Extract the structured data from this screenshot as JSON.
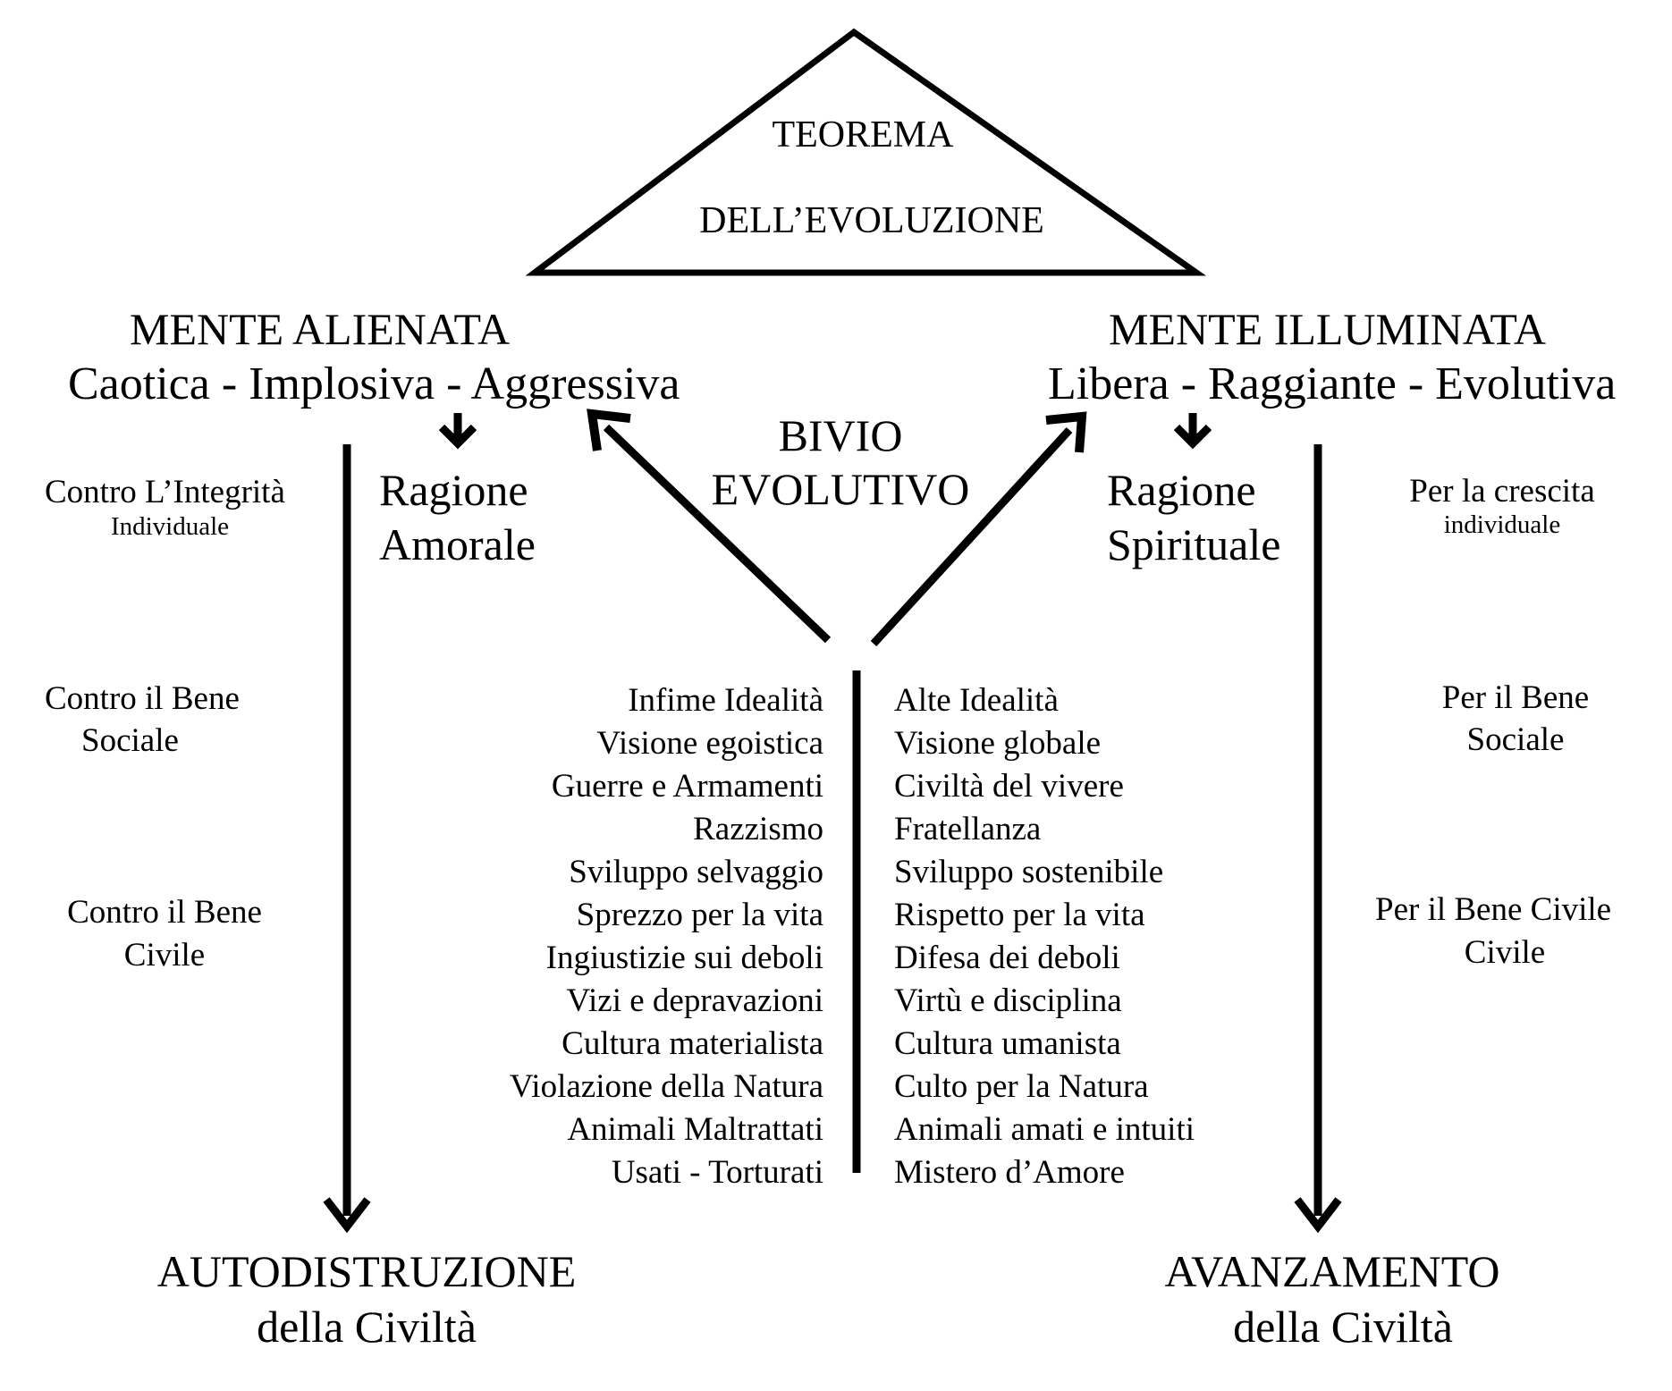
{
  "title": {
    "line1": "TEOREMA",
    "line2": "DELL’EVOLUZIONE"
  },
  "left": {
    "heading": "MENTE ALIENATA",
    "subheading": "Caotica - Implosiva - Aggressiva",
    "reason_line1": "Ragione",
    "reason_line2": "Amorale",
    "side_labels": [
      {
        "line1": "Contro L’Integrità",
        "line2": "Individuale"
      },
      {
        "line1": "Contro il Bene",
        "line2": "Sociale"
      },
      {
        "line1": "Contro il Bene",
        "line2": "Civile"
      }
    ],
    "traits": [
      "Infime Idealità",
      "Visione egoistica",
      "Guerre e Armamenti",
      "Razzismo",
      "Sviluppo selvaggio",
      "Sprezzo per la vita",
      "Ingiustizie sui deboli",
      "Vizi e depravazioni",
      "Cultura materialista",
      "Violazione della Natura",
      "Animali Maltrattati",
      "Usati - Torturati"
    ],
    "outcome_line1": "AUTODISTRUZIONE",
    "outcome_line2": "della Civiltà"
  },
  "center": {
    "line1": "BIVIO",
    "line2": "EVOLUTIVO"
  },
  "right": {
    "heading": "MENTE ILLUMINATA",
    "subheading": "Libera - Raggiante - Evolutiva",
    "reason_line1": "Ragione",
    "reason_line2": "Spirituale",
    "side_labels": [
      {
        "line1": "Per la crescita",
        "line2": "individuale"
      },
      {
        "line1": "Per il Bene",
        "line2": "Sociale"
      },
      {
        "line1": "Per  il Bene Civile",
        "line2": "Civile"
      }
    ],
    "traits": [
      "Alte Idealità",
      "Visione globale",
      "Civiltà del vivere",
      "Fratellanza",
      "Sviluppo sostenibile",
      "Rispetto per la vita",
      "Difesa dei deboli",
      "Virtù e disciplina",
      "Cultura umanista",
      "Culto per la Natura",
      "Animali amati e intuiti",
      "Mistero d’Amore"
    ],
    "outcome_line1": "AVANZAMENTO",
    "outcome_line2": "della Civiltà"
  }
}
